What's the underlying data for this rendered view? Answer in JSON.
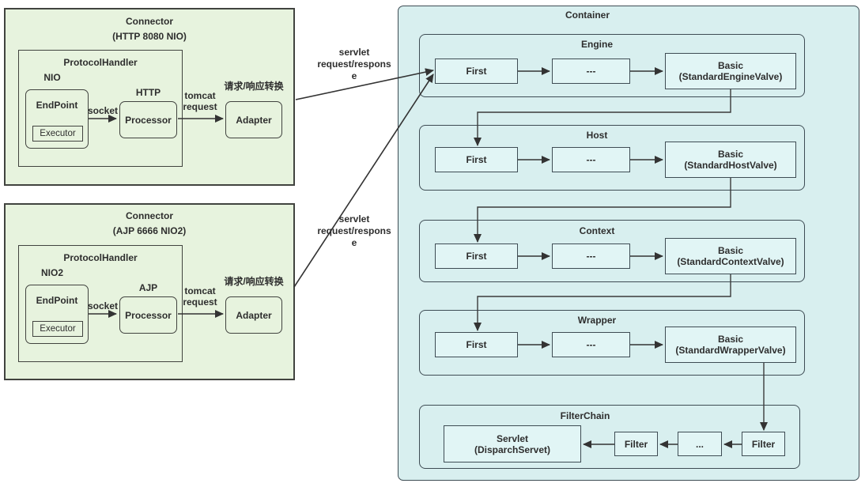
{
  "colors": {
    "green_fill": "#e7f3de",
    "cyan_fill": "#d8efef",
    "inner_box_fill": "#e1f5f5",
    "border_green": "#41433f",
    "border_cyan": "#3e4c54",
    "arrow": "#333333"
  },
  "connectors": [
    {
      "title": "Connector",
      "subtitle": "(HTTP 8080 NIO)",
      "protocol_handler_title": "ProtocolHandler",
      "endpoint_group": "NIO",
      "endpoint": "EndPoint",
      "executor": "Executor",
      "socket_label": "socket",
      "processor_group": "HTTP",
      "processor": "Processor",
      "tomcat_label_line1": "tomcat",
      "tomcat_label_line2": "request",
      "adapter_caption": "请求/响应转换",
      "adapter": "Adapter"
    },
    {
      "title": "Connector",
      "subtitle": "(AJP 6666 NIO2)",
      "protocol_handler_title": "ProtocolHandler",
      "endpoint_group": "NIO2",
      "endpoint": "EndPoint",
      "executor": "Executor",
      "socket_label": "socket",
      "processor_group": "AJP",
      "processor": "Processor",
      "tomcat_label_line1": "tomcat",
      "tomcat_label_line2": "request",
      "adapter_caption": "请求/响应转换",
      "adapter": "Adapter"
    }
  ],
  "flow_labels": [
    {
      "line1": "servlet",
      "line2": "request/respons",
      "line3": "e"
    },
    {
      "line1": "servlet",
      "line2": "request/respons",
      "line3": "e"
    }
  ],
  "container": {
    "title": "Container",
    "pipelines": [
      {
        "title": "Engine",
        "first": "First",
        "mid": "---",
        "basic_line1": "Basic",
        "basic_line2": "(StandardEngineValve)"
      },
      {
        "title": "Host",
        "first": "First",
        "mid": "---",
        "basic_line1": "Basic",
        "basic_line2": "(StandardHostValve)"
      },
      {
        "title": "Context",
        "first": "First",
        "mid": "---",
        "basic_line1": "Basic",
        "basic_line2": "(StandardContextValve)"
      },
      {
        "title": "Wrapper",
        "first": "First",
        "mid": "---",
        "basic_line1": "Basic",
        "basic_line2": "(StandardWrapperValve)"
      }
    ],
    "filter_chain": {
      "title": "FilterChain",
      "servlet_line1": "Servlet",
      "servlet_line2": "(DisparchServet)",
      "filter_left": "Filter",
      "mid": "...",
      "filter_right": "Filter"
    }
  }
}
